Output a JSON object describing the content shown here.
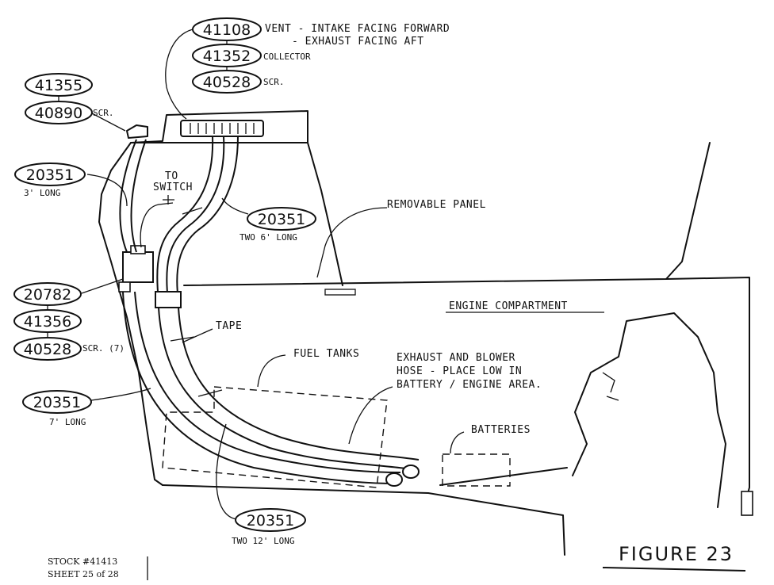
{
  "callouts": {
    "vent_group": {
      "parts": [
        "41108",
        "41352",
        "40528"
      ]
    },
    "top_left_group": {
      "parts": [
        "41355",
        "40890"
      ]
    },
    "mid_left_group": {
      "parts": [
        "20782",
        "41356",
        "40528"
      ]
    },
    "hose_3ft": {
      "part": "20351"
    },
    "hose_6ft": {
      "part": "20351"
    },
    "hose_7ft": {
      "part": "20351"
    },
    "hose_12ft": {
      "part": "20351"
    }
  },
  "labels": {
    "vent_intake": "VENT - INTAKE FACING FORWARD",
    "vent_exhaust": "- EXHAUST FACING AFT",
    "collector": "COLLECTOR",
    "scr_vent": "SCR.",
    "scr_top": "SCR.",
    "scr_mid": "SCR. (7)",
    "three_long": "3' LONG",
    "to_switch_1": "TO",
    "to_switch_2": "SWITCH",
    "two_6_long": "TWO 6' LONG",
    "removable_panel": "REMOVABLE PANEL",
    "engine_compartment": "ENGINE COMPARTMENT",
    "tape": "TAPE",
    "fuel_tanks": "FUEL TANKS",
    "exhaust_blower_1": "EXHAUST AND BLOWER",
    "exhaust_blower_2": "HOSE - PLACE LOW IN",
    "exhaust_blower_3": "BATTERY / ENGINE AREA.",
    "seven_long": "7' LONG",
    "batteries": "BATTERIES",
    "two_12_long": "TWO 12' LONG",
    "figure": "FIGURE 23",
    "stock": "STOCK #41413",
    "sheet": "SHEET 25 of 28"
  }
}
